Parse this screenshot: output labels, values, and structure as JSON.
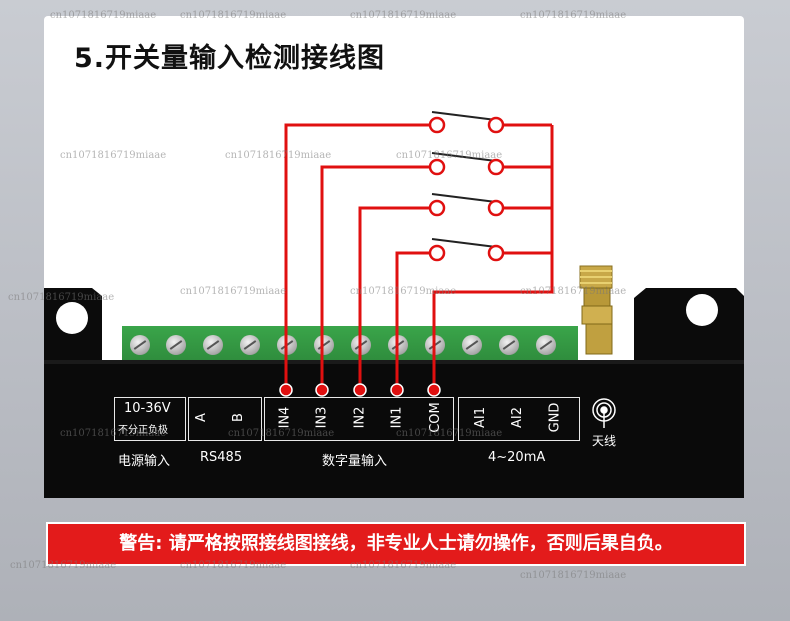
{
  "title": "5.开关量输入检测接线图",
  "power": {
    "voltage": "10-36V",
    "polarity": "不分正负极",
    "label": "电源输入"
  },
  "rs485": {
    "a": "A",
    "b": "B",
    "label": "RS485"
  },
  "digital": {
    "pins": [
      "IN4",
      "IN3",
      "IN2",
      "IN1",
      "COM"
    ],
    "label": "数字量输入"
  },
  "analog": {
    "pins": [
      "AI1",
      "AI2",
      "GND"
    ],
    "label": "4~20mA"
  },
  "antenna_label": "天线",
  "warning": "警告: 请严格按照接线图接线，非专业人士请勿操作，否则后果自负。",
  "watermark": "cn1071816719miaae",
  "colors": {
    "wire": "#e01010",
    "terminal": "#35a045",
    "device": "#0a0a0a",
    "warning_bg": "#e31b1b"
  }
}
